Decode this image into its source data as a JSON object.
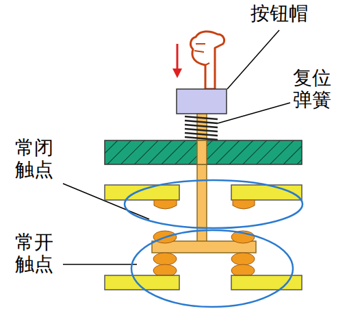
{
  "diagram": {
    "labels": [
      "按钮帽",
      "复位弹簧",
      "常闭触点",
      "常开触点"
    ]
  }
}
